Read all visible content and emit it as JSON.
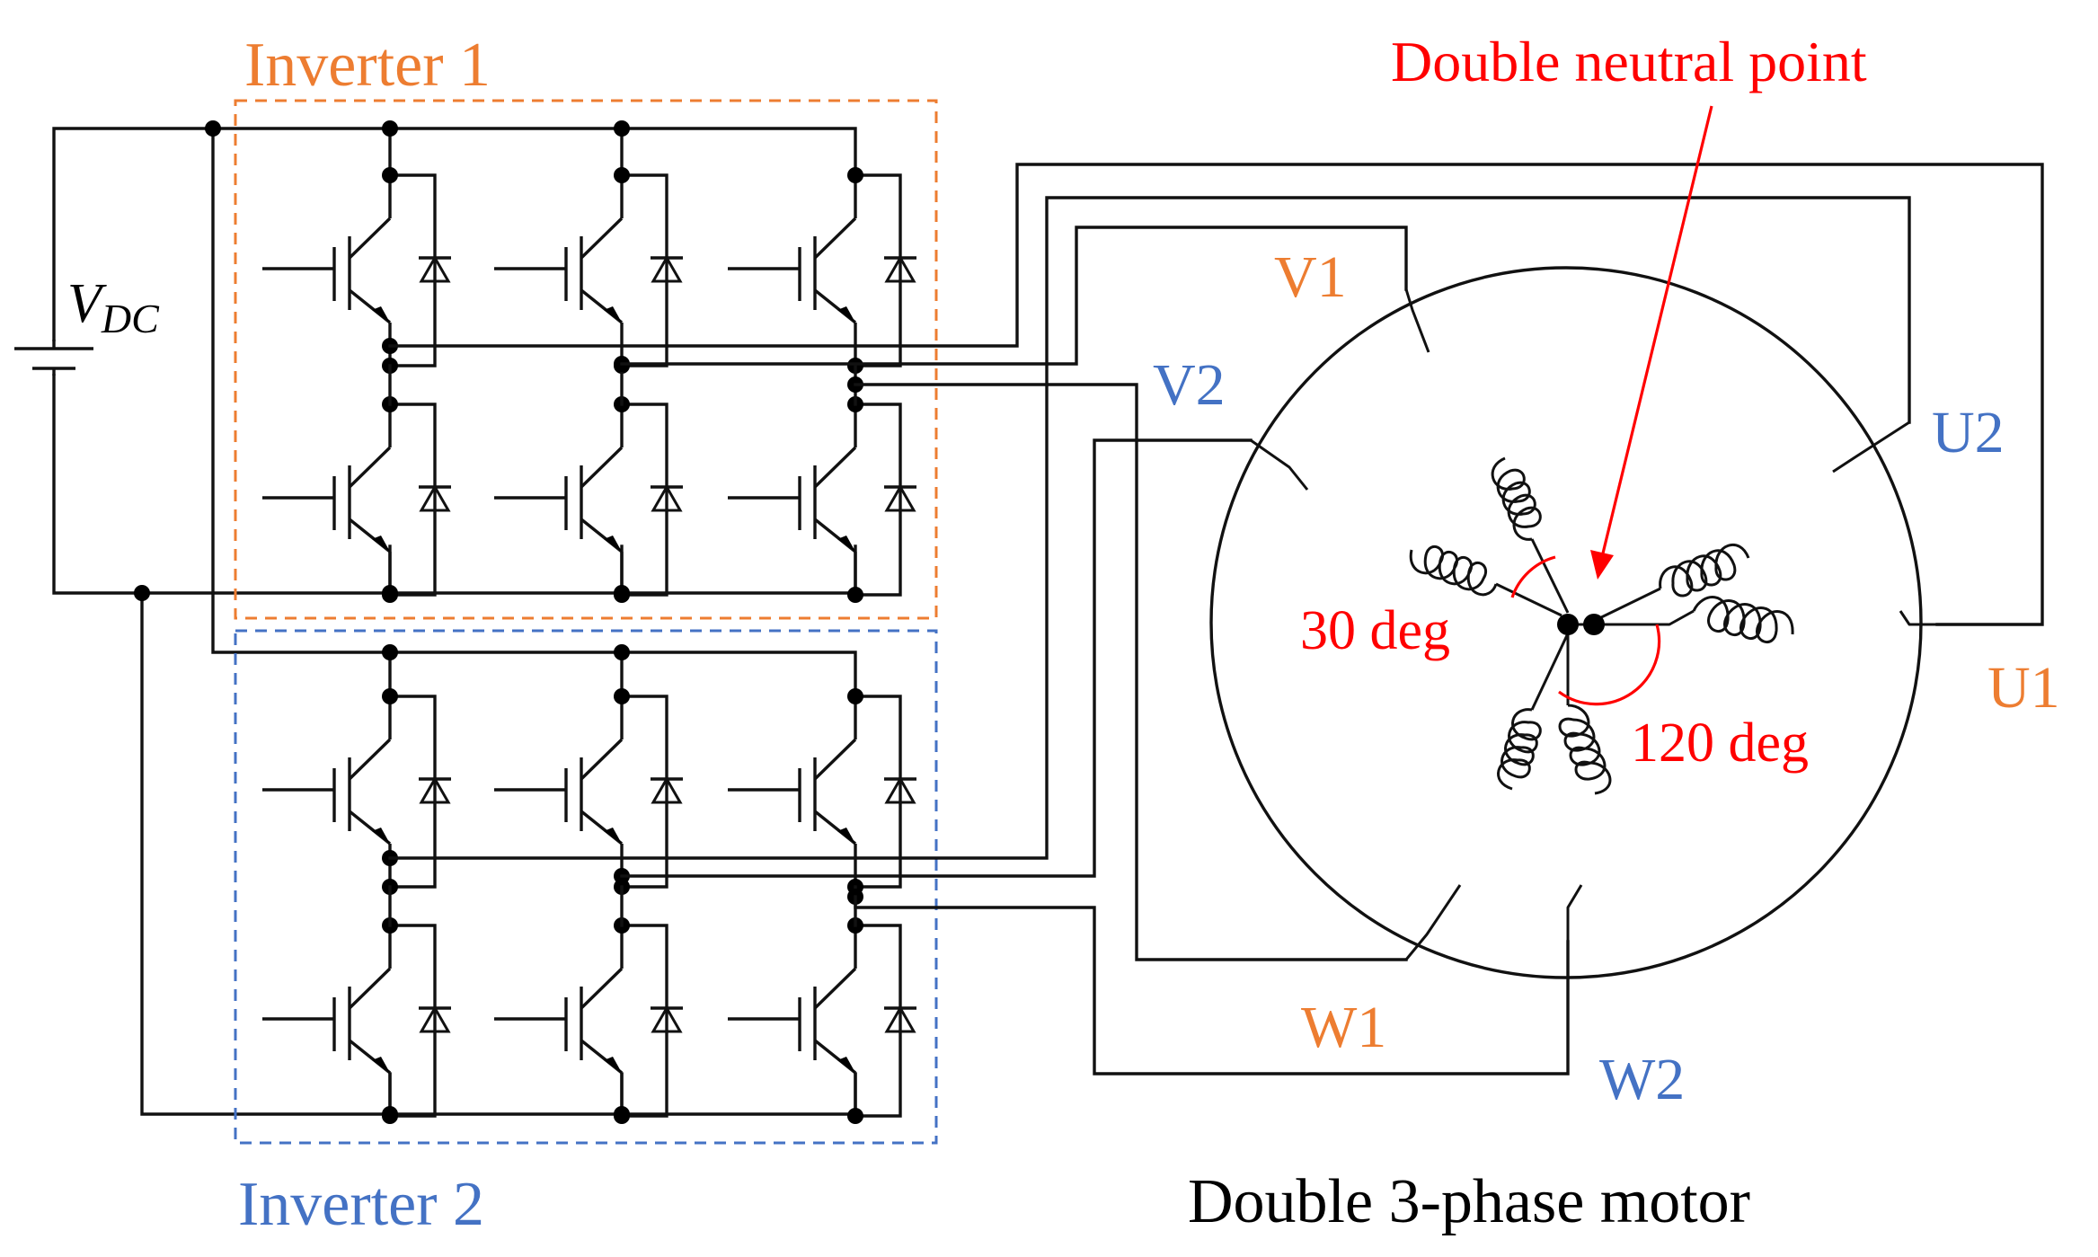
{
  "title": "Double 3-phase motor",
  "dc_source": {
    "label_main": "V",
    "label_sub": "DC"
  },
  "inverters": [
    {
      "label": "Inverter 1"
    },
    {
      "label": "Inverter 2"
    }
  ],
  "motor": {
    "winding_labels": [
      "U1",
      "V1",
      "W1",
      "U2",
      "V2",
      "W2"
    ],
    "neutral_label": "Double neutral point",
    "angle_small": "30 deg",
    "angle_large": "120 deg"
  },
  "colors": {
    "inverter_1": "#ED7D31",
    "inverter_2": "#4472C4",
    "annotation": "#FF0000",
    "wiring": "#111111"
  },
  "icons": {
    "switch": "igbt-with-antiparallel-diode-icon",
    "source": "battery-icon",
    "winding": "inductor-coil-icon"
  }
}
